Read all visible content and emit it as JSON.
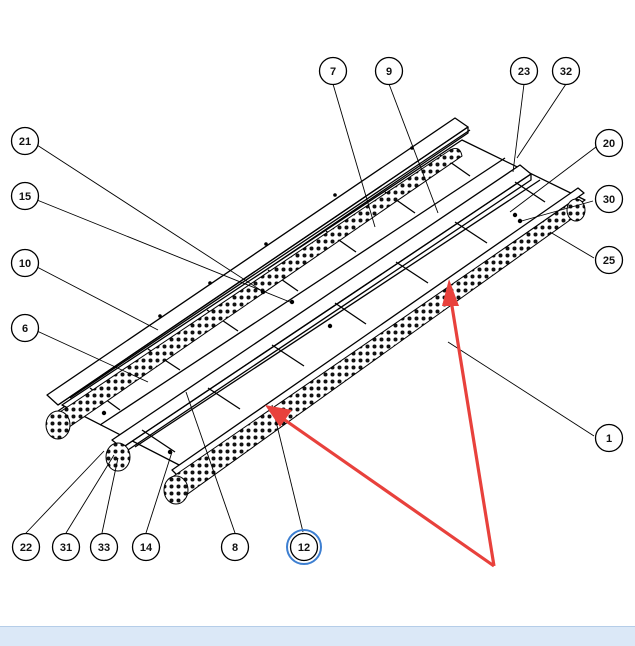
{
  "diagram": {
    "balloons": [
      {
        "id": "b7",
        "label": "7"
      },
      {
        "id": "b9",
        "label": "9"
      },
      {
        "id": "b23",
        "label": "23"
      },
      {
        "id": "b32",
        "label": "32"
      },
      {
        "id": "b21",
        "label": "21"
      },
      {
        "id": "b20",
        "label": "20"
      },
      {
        "id": "b15",
        "label": "15"
      },
      {
        "id": "b30",
        "label": "30"
      },
      {
        "id": "b10",
        "label": "10"
      },
      {
        "id": "b25",
        "label": "25"
      },
      {
        "id": "b6",
        "label": "6"
      },
      {
        "id": "b1",
        "label": "1"
      },
      {
        "id": "b22",
        "label": "22"
      },
      {
        "id": "b31",
        "label": "31"
      },
      {
        "id": "b33",
        "label": "33"
      },
      {
        "id": "b14",
        "label": "14"
      },
      {
        "id": "b8",
        "label": "8"
      },
      {
        "id": "b12",
        "label": "12",
        "highlighted": true
      }
    ],
    "colors": {
      "line": "#000000",
      "arrow": "#e8413c",
      "highlight_ring": "#3d7fd1",
      "status_bar": "#dbe8f7"
    }
  }
}
